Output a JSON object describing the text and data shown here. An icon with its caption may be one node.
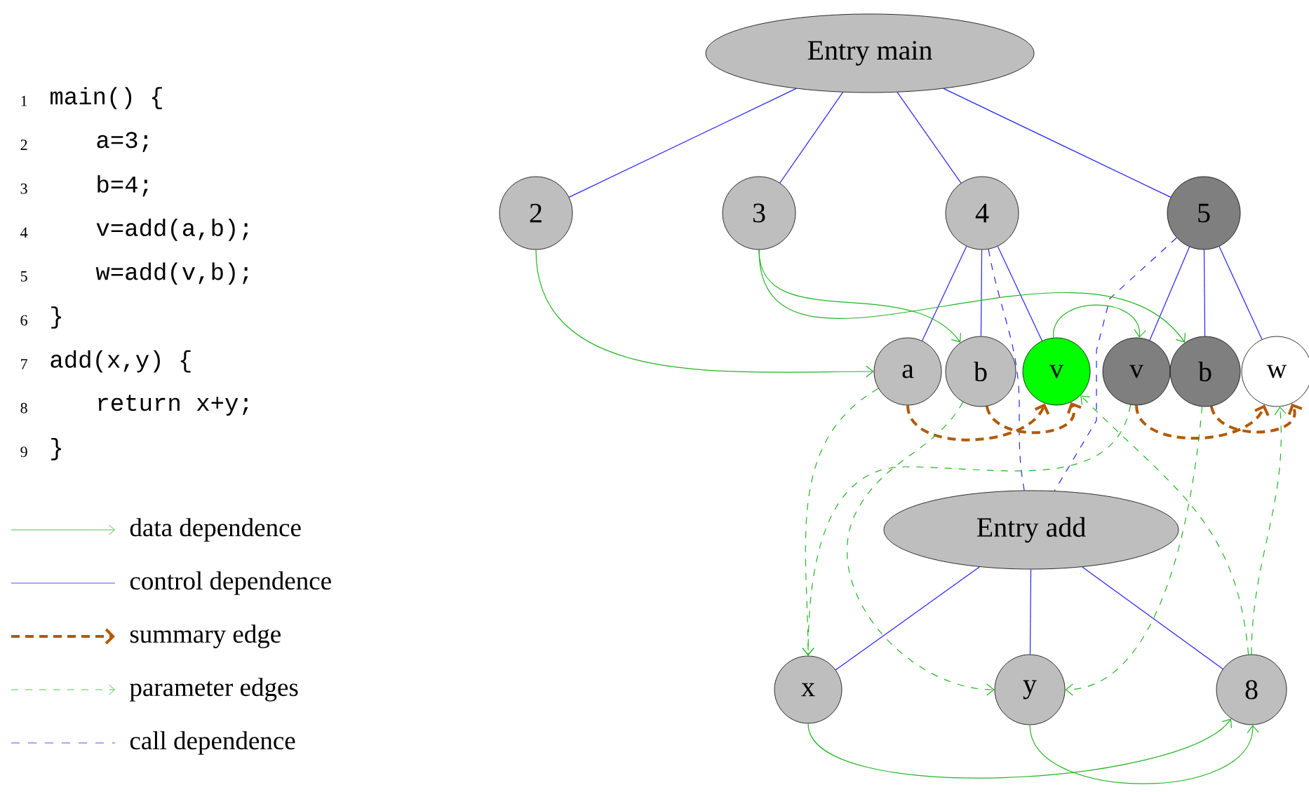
{
  "diagram": {
    "nodes": [
      {
        "text": [
          "Entry main"
        ]
      },
      {
        "text": [
          "2"
        ]
      },
      {
        "text": [
          "3"
        ]
      },
      {
        "text": [
          "4"
        ]
      },
      {
        "text": [
          "5"
        ]
      },
      {
        "text": [
          "a"
        ]
      },
      {
        "text": [
          "b"
        ]
      },
      {
        "text": [
          "v"
        ]
      },
      {
        "text": [
          "v"
        ]
      },
      {
        "text": [
          "b"
        ]
      },
      {
        "text": [
          "w"
        ]
      },
      {
        "text": [
          "Entry add"
        ]
      },
      {
        "text": [
          "x"
        ]
      },
      {
        "text": [
          "y"
        ]
      },
      {
        "text": [
          "8"
        ]
      }
    ],
    "edges": [
      {
        "from": 0,
        "to": 1,
        "arrow": "none"
      },
      {
        "from": 0,
        "to": 2,
        "arrow": "none"
      },
      {
        "from": 0,
        "to": 3,
        "arrow": "none"
      },
      {
        "from": 0,
        "to": 4,
        "arrow": "none"
      },
      {
        "from": 3,
        "to": 5,
        "arrow": "none"
      },
      {
        "from": 3,
        "to": 6,
        "arrow": "none"
      },
      {
        "from": 3,
        "to": 7,
        "arrow": "none"
      },
      {
        "from": 4,
        "to": 8,
        "arrow": "none"
      },
      {
        "from": 4,
        "to": 9,
        "arrow": "none"
      },
      {
        "from": 4,
        "to": 10,
        "arrow": "none"
      },
      {
        "from": 11,
        "to": 12,
        "arrow": "none"
      },
      {
        "from": 11,
        "to": 13,
        "arrow": "none"
      },
      {
        "from": 11,
        "to": 14,
        "arrow": "none"
      },
      {
        "from": 3,
        "to": 11,
        "arrow": "none",
        "style": "dashed"
      },
      {
        "from": 4,
        "to": 11,
        "arrow": "none",
        "style": "dashed"
      },
      {
        "from": 1,
        "to": 5,
        "arrow": "to",
        "color": "#22b522"
      },
      {
        "from": 2,
        "to": 6,
        "arrow": "to",
        "color": "#22b522"
      },
      {
        "from": 2,
        "to": 9,
        "arrow": "to",
        "color": "#22b522"
      },
      {
        "from": 7,
        "to": 8,
        "arrow": "to",
        "color": "#22b522"
      },
      {
        "from": 12,
        "to": 14,
        "arrow": "to",
        "color": "#22b522"
      },
      {
        "from": 13,
        "to": 14,
        "arrow": "to",
        "color": "#22b522"
      },
      {
        "from": 5,
        "to": 7,
        "arrow": "to",
        "style": "dashed",
        "color": "#b35900"
      },
      {
        "from": 6,
        "to": 7,
        "arrow": "to",
        "style": "dashed",
        "color": "#b35900"
      },
      {
        "from": 8,
        "to": 10,
        "arrow": "to",
        "style": "dashed",
        "color": "#b35900"
      },
      {
        "from": 9,
        "to": 10,
        "arrow": "to",
        "style": "dashed",
        "color": "#b35900"
      },
      {
        "from": 5,
        "to": 12,
        "arrow": "to",
        "style": "dashed",
        "color": "#22b522"
      },
      {
        "from": 8,
        "to": 12,
        "arrow": "to",
        "style": "dashed",
        "color": "#22b522"
      },
      {
        "from": 6,
        "to": 13,
        "arrow": "to",
        "style": "dashed",
        "color": "#22b522"
      },
      {
        "from": 9,
        "to": 13,
        "arrow": "to",
        "style": "dashed",
        "color": "#22b522"
      },
      {
        "from": 14,
        "to": 7,
        "arrow": "to",
        "style": "dashed",
        "color": "#22b522"
      },
      {
        "from": 14,
        "to": 10,
        "arrow": "to",
        "style": "dashed",
        "color": "#22b522"
      }
    ],
    "labels": [
      "1",
      "main() {",
      "2",
      "a=3;",
      "3",
      "b=4;",
      "4",
      "v=add(a,b);",
      "5",
      "w=add(v,b);",
      "6",
      "}",
      "7",
      "add(x,y) {",
      "8",
      "return x+y;",
      "9",
      "}"
    ],
    "legend": [
      {
        "text": "data dependence"
      },
      {
        "text": "control dependence"
      },
      {
        "text": "summary edge"
      },
      {
        "text": "parameter edges"
      },
      {
        "text": "call dependence"
      }
    ]
  }
}
